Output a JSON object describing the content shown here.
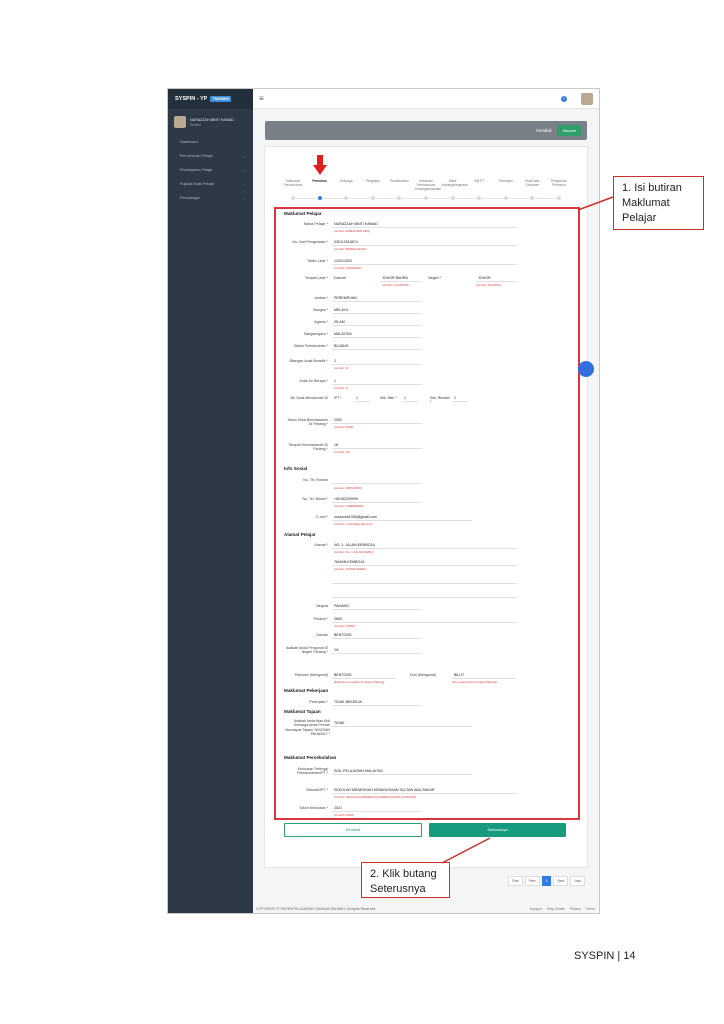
{
  "app": {
    "brand": "SYSPIN - YP",
    "brand_tag": "TRAINING",
    "user_name": "NURAZZAH BINTI HAMAD",
    "user_role": "Student"
  },
  "sidebar": {
    "items": [
      {
        "label": "Dashboard"
      },
      {
        "label": "Permohonan Pelajar"
      },
      {
        "label": "Pembayaran Pelajar"
      },
      {
        "label": "Rujukan Balik Pelajar"
      },
      {
        "label": "Pemulangan"
      }
    ]
  },
  "topbar": {
    "help_icon": "?"
  },
  "greybar": {
    "label": "Kembali",
    "button": "Simpan"
  },
  "steps": [
    {
      "label": "Maklumat Pendahuluan"
    },
    {
      "label": "Pemohon"
    },
    {
      "label": "Keluarga"
    },
    {
      "label": "Pengajian"
    },
    {
      "label": "Pendahuluan"
    },
    {
      "label": "Kelulusan Pendahuluan Kewarganegaraan"
    },
    {
      "label": "Wakil Kewarganegaraan"
    },
    {
      "label": "Sijil PT"
    },
    {
      "label": "Pekerjaan"
    },
    {
      "label": "Muat Naik Dokumen"
    },
    {
      "label": "Pengakuan Pemohon"
    }
  ],
  "form": {
    "sec_pelajar": "Maklumat Pelajar",
    "nama_label": "Nama Pelajar *",
    "nama_val": "NURAZZAH BINTI HAMAD",
    "nama_hint": "(contoh: AHMAD BIN ABU)",
    "nokp_label": "No. Kad Pengenalan *",
    "nokp_val": "030112018574",
    "nokp_hint": "(contoh: 830001011234)",
    "lahir_label": "Tarikh Lahir *",
    "lahir_val": "12/01/2003",
    "lahir_hint": "(contoh: 01/10/2002)",
    "tempat_label": "Tempat Lahir *",
    "tempat_daerah": "Daerah",
    "tempat_daerah_val": "JOHOR BAHRU",
    "tempat_daerah_hint": "(contoh: KUANTAN)",
    "tempat_negeri": "Negeri *",
    "tempat_negeri_val": "JOHOR",
    "tempat_negeri_hint": "(contoh: PAHANG)",
    "jantina_label": "Jantina *",
    "jantina_val": "PEREMPUAN",
    "bangsa_label": "Bangsa *",
    "bangsa_val": "MELAYU",
    "agama_label": "Agama *",
    "agama_val": "ISLAM",
    "warga_label": "Warganegara *",
    "warga_val": "MALAYSIA",
    "kahwin_label": "Status Perkahwinan *",
    "kahwin_val": "BUJANG",
    "anak_label": "Bilangan Anak Beradik *",
    "anak_val": "2",
    "anak_hint": "(contoh: 2)",
    "anakke_label": "Anak Ke Berapa *",
    "anakke_val": "1",
    "anakke_hint": "(contoh: 1)",
    "bil_label": "Bil. Anak Bersekolah Di",
    "bil_ipt": "IPT *",
    "bil_ipt_val": "1",
    "bil_sek": "Sek. Men *",
    "bil_sek_val": "1",
    "bil_sr": "Sek. Rendah *",
    "bil_sr_val": "1",
    "tahun_label": "Tahun Mula Bermastautin Di Pahang *",
    "tahun_val": "2002",
    "tahun_hint": "(contoh: 2000)",
    "tempoh_label": "Tempoh Bermastautin Di Pahang *",
    "tempoh_val": "18",
    "tempoh_hint": "(contoh: 10)",
    "sec_sosial": "Info Sosial",
    "tel_label": "No. Tel. Rumah",
    "tel_hint": "(contoh: 095720000)",
    "hp_label": "No. Tel. Bimbit *",
    "hp_val": "+60162209999",
    "hp_hint": "(contoh: 0199999999)",
    "email_label": "E-mel *",
    "email_val": "nurazzah1306@gmail.com",
    "email_hint": "(contoh: contoh@gmail.com)",
    "sec_alamat": "Alamat Pelajar",
    "alamat_label": "Alamat *",
    "alamat1_val": "NO. 1, JALAN KEMBOJA",
    "alamat1_hint": "(contoh: No. 1 JALAN AWAN)",
    "alamat2_val": "TAMAN KEMBOJA",
    "alamat2_hint": "(contoh: TAMAN AWAN)",
    "negara_label": "Negara",
    "negara_val": "PAHANG",
    "poskod_label": "Poskod *",
    "poskod_val": "2800",
    "poskod_hint": "(contoh: 27000)",
    "daerah_label": "Daerah",
    "daerah_val": "BENTONG",
    "pengundi_label": "Adakah Anda Pengundi Di Negeri Pahang *",
    "pengundi_val": "YA",
    "parlimen_label": "Parlimen (Mengundi)",
    "parlimen_val": "BENTONG",
    "parlimen_hint": "(Parlimen mengikut di negeri Pahang)",
    "dun_label": "Dun (Mengundi)",
    "dun_val": "BILUT",
    "dun_hint": "(Dun mengundi di negeri Pahang)",
    "sec_pekerjaan": "Maklumat Pekerjaan",
    "pekerjaan_label": "Pekerjaan *",
    "pekerjaan_val": "TIDAK BEKERJA",
    "sec_tajaan": "Maklumat Tajaan",
    "tajaan_label": "Adakah Anda Atau Ahli Keluarga Anda Pernah Mendapat Tajaan YAYASAN PAHANG? *",
    "tajaan_val": "TIDAK",
    "sec_sekolah": "Maklumat Persekolahan",
    "kelulusan_label": "Kelulusan Tertinggi Persekolahan/IPT *",
    "kelulusan_val": "SIJIL PELAJARAN MALAYSIA",
    "sekolah_label": "Sekolah/IPT *",
    "sekolah_val": "SEKOLAH MENENGAH KEBANGSAAN SULTAN ABU BAKAR",
    "sekolah_hint": "(Contoh: SEKOLAH MENENGAH KEBANGSAAN KUANTAN)",
    "tahunk_label": "Tahun Kelulusan *",
    "tahunk_val": "2021",
    "tahunk_hint": "(Contoh: 2020)"
  },
  "buttons": {
    "prev": "Kembali",
    "next": "Seterusnya"
  },
  "pager": {
    "first": "First",
    "prev": "Prev",
    "page": "1",
    "next": "Next",
    "last": "Last"
  },
  "footer": {
    "copyright": "COPYRIGHT © SISTEM PELAJARAN YAYASAN PAHANG. All rights Reserved.",
    "links": [
      "Support",
      "Help Center",
      "Privacy",
      "Terms"
    ]
  },
  "callouts": {
    "c1": [
      "1. Isi butiran",
      "Maklumat",
      "Pelajar"
    ],
    "c2": [
      "2. Klik butang",
      "Seterusnya"
    ]
  },
  "page_footer": "SYSPIN | 14",
  "colors": {
    "accent": "#169b7f",
    "red": "#d9363e",
    "blue": "#2f7de1",
    "sidebar": "#2d3a46"
  }
}
